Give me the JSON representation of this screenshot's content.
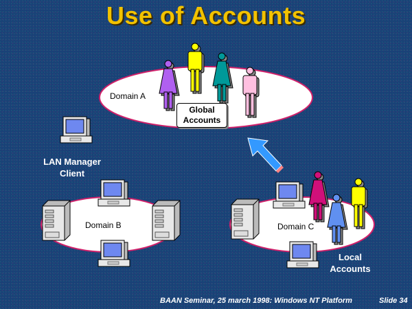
{
  "slide": {
    "title": "Use of Accounts",
    "footer": {
      "seminar": "BAAN Seminar, 25 march 1998: Windows NT Platform",
      "slide_number": "Slide 34"
    }
  },
  "diagram": {
    "domain_a": {
      "label": "Domain A",
      "callout": [
        "Global",
        "Accounts"
      ]
    },
    "domain_b": {
      "label": "Domain B"
    },
    "domain_c": {
      "label": "Domain C",
      "caption": [
        "Local",
        "Accounts"
      ]
    },
    "lan_manager": {
      "caption": [
        "LAN Manager",
        "Client"
      ]
    }
  },
  "colors": {
    "title": "#f2c200",
    "background": "#1a3f78",
    "ellipse_border": "#d0206a",
    "arrow": "#3399ff",
    "person_purple": "#b060f0",
    "person_yellow": "#ffff00",
    "person_teal": "#009999",
    "person_pink": "#ffc0e0",
    "person_magenta": "#d0107a",
    "person_blue": "#6090f0"
  }
}
